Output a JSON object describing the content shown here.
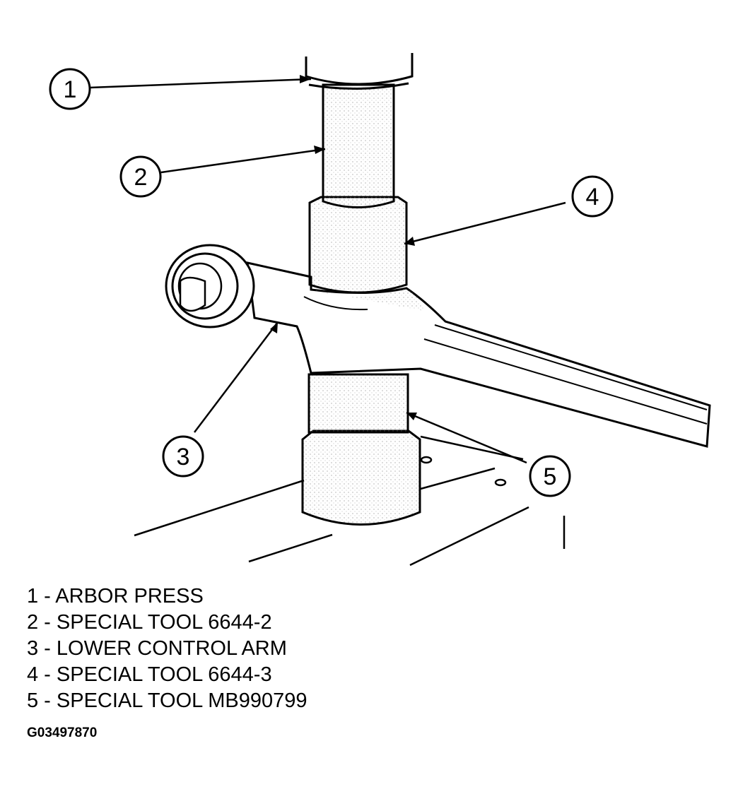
{
  "callouts": [
    {
      "number": "1",
      "label": "ARBOR PRESS"
    },
    {
      "number": "2",
      "label": "SPECIAL TOOL 6644-2"
    },
    {
      "number": "3",
      "label": "LOWER CONTROL ARM"
    },
    {
      "number": "4",
      "label": "SPECIAL TOOL 6644-3"
    },
    {
      "number": "5",
      "label": "SPECIAL TOOL MB990799"
    }
  ],
  "legend": [
    "1 - ARBOR PRESS",
    "2 - SPECIAL TOOL 6644-2",
    "3 - LOWER CONTROL ARM",
    "4 - SPECIAL TOOL 6644-3",
    "5 - SPECIAL TOOL MB990799"
  ],
  "figure_id": "G03497870"
}
